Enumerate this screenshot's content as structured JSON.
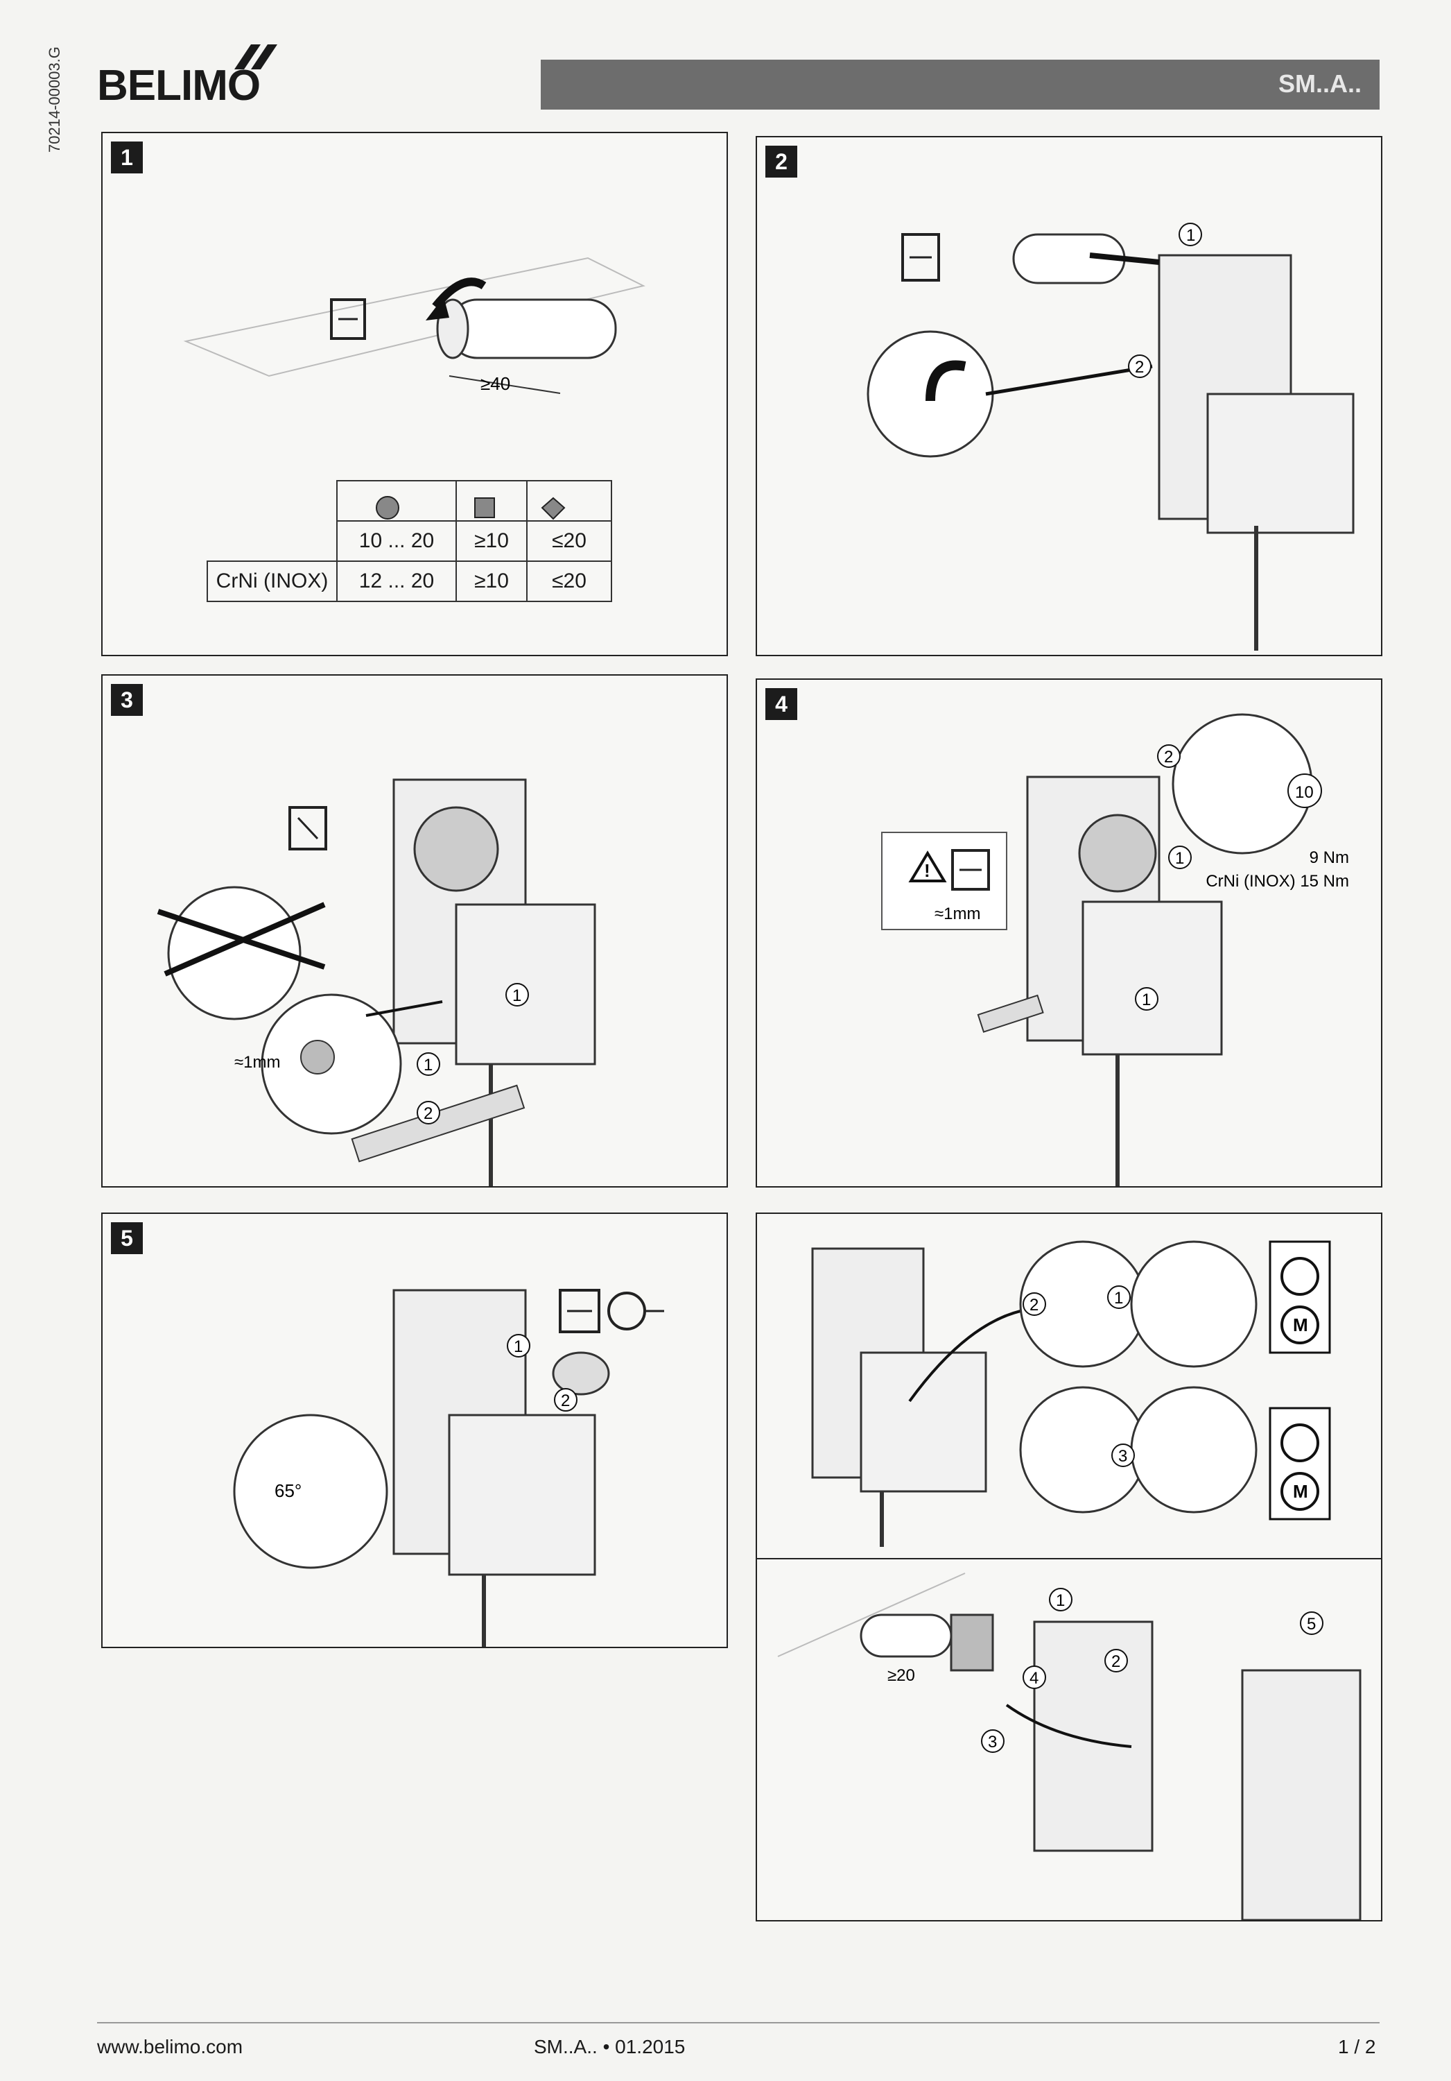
{
  "header": {
    "brand": "BELIMO",
    "product": "SM..A..",
    "doc_number": "70214-00003.G"
  },
  "step1": {
    "number": "1",
    "dimension": "≥40",
    "table": {
      "row1": [
        "10 ... 20",
        "≥10",
        "≤20"
      ],
      "row2_label": "CrNi (INOX)",
      "row2": [
        "12 ... 20",
        "≥10",
        "≤20"
      ]
    }
  },
  "step2": {
    "number": "2",
    "callouts": [
      "1",
      "2"
    ]
  },
  "step3": {
    "number": "3",
    "gap_label": "≈1mm",
    "callouts": [
      "1",
      "1",
      "2"
    ]
  },
  "step4": {
    "number": "4",
    "gap_label": "≈1mm",
    "torque_label": "10",
    "torque": "9 Nm",
    "torque_inox": "CrNi (INOX) 15 Nm",
    "callouts": [
      "1",
      "2",
      "1"
    ]
  },
  "step5": {
    "number": "5",
    "angle": "65°",
    "callouts": [
      "1",
      "2"
    ]
  },
  "mode_panel": {
    "callouts": [
      "2",
      "1",
      "3"
    ],
    "motor_letter": "M"
  },
  "mount_panel": {
    "dimension": "≥20",
    "callouts": [
      "1",
      "2",
      "3",
      "4",
      "5"
    ]
  },
  "footer": {
    "website": "www.belimo.com",
    "doc_ref": "SM..A.. • 01.2015",
    "page": "1 / 2"
  },
  "colors": {
    "banner": "#6d6d6d",
    "ink": "#1a1a1a",
    "paper": "#f4f4f2"
  }
}
